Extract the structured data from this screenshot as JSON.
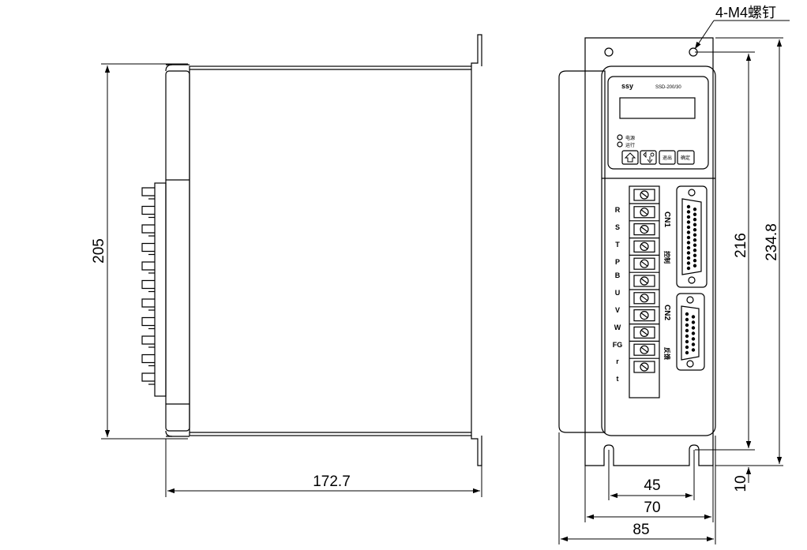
{
  "dimensions": {
    "left_height": "205",
    "left_depth": "172.7",
    "right_height_inner": "216",
    "right_height_outer": "234.8",
    "slot_height": "10",
    "slot_spacing": "45",
    "width_mid": "70",
    "width_total": "85"
  },
  "callout": {
    "screws": "4-M4螺钉"
  },
  "panel": {
    "brand": "ssy",
    "model": "SSD-200/30",
    "led_power": "电源",
    "led_run": "运行",
    "key_up_icon": "up-arrow-icon",
    "key_shift_icon": "shift-down-icon",
    "key_exit": "退出",
    "key_confirm": "确定"
  },
  "terminals": [
    "R",
    "S",
    "T",
    "P",
    "B",
    "U",
    "V",
    "W",
    "FG",
    "r",
    "t"
  ],
  "connectors": {
    "cn1_name": "CN1",
    "cn1_desc": "控制",
    "cn2_name": "CN2",
    "cn2_desc": "反馈"
  }
}
